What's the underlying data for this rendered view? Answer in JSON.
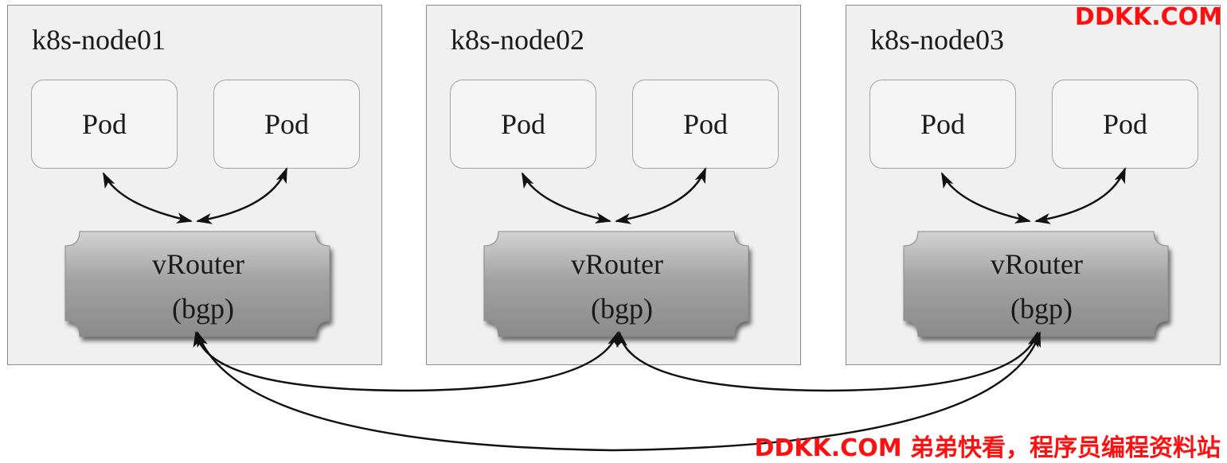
{
  "nodes": [
    {
      "title": "k8s-node01",
      "pods": [
        "Pod",
        "Pod"
      ],
      "vrouter": {
        "line1": "vRouter",
        "line2": "(bgp)"
      }
    },
    {
      "title": "k8s-node02",
      "pods": [
        "Pod",
        "Pod"
      ],
      "vrouter": {
        "line1": "vRouter",
        "line2": "(bgp)"
      }
    },
    {
      "title": "k8s-node03",
      "pods": [
        "Pod",
        "Pod"
      ],
      "vrouter": {
        "line1": "vRouter",
        "line2": "(bgp)"
      }
    }
  ],
  "watermarks": {
    "top": "DDKK.COM",
    "bottom": "DDKK.COM 弟弟快看，程序员编程资料站"
  },
  "colors": {
    "node_bg": "#f0f0f0",
    "vrouter_fill": "#9a9a9a",
    "watermark": "#ff1010"
  }
}
